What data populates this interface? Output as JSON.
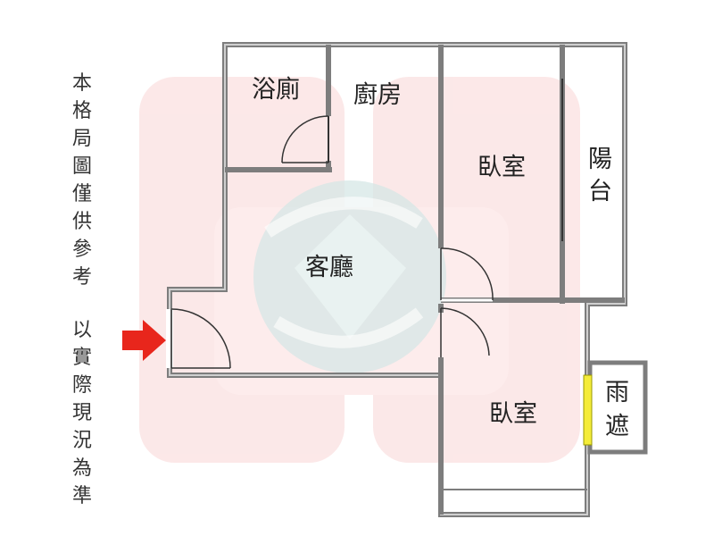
{
  "disclaimer": {
    "column1": [
      "本",
      "格",
      "局",
      "圖",
      "僅",
      "供",
      "參",
      "考"
    ],
    "column2": [
      "以",
      "實",
      "際",
      "現",
      "況",
      "為",
      "準"
    ]
  },
  "rooms": {
    "bathroom": "浴廁",
    "kitchen": "廚房",
    "bedroom_upper": "臥室",
    "balcony": [
      "陽",
      "台"
    ],
    "living_room": "客廳",
    "bedroom_lower": "臥室",
    "rain_shelter": [
      "雨",
      "遮"
    ]
  },
  "colors": {
    "wall": "#7d7d7d",
    "wall_inner": "#bdbdbd",
    "watermark_pink": "#fbe4e4",
    "watermark_circle": "#b9d8d6",
    "entry_arrow": "#e8261c",
    "window_yellow": "#f4ec3a"
  },
  "icons": {
    "entry": "red-arrow-icon",
    "watermark": "company-logo-watermark"
  }
}
